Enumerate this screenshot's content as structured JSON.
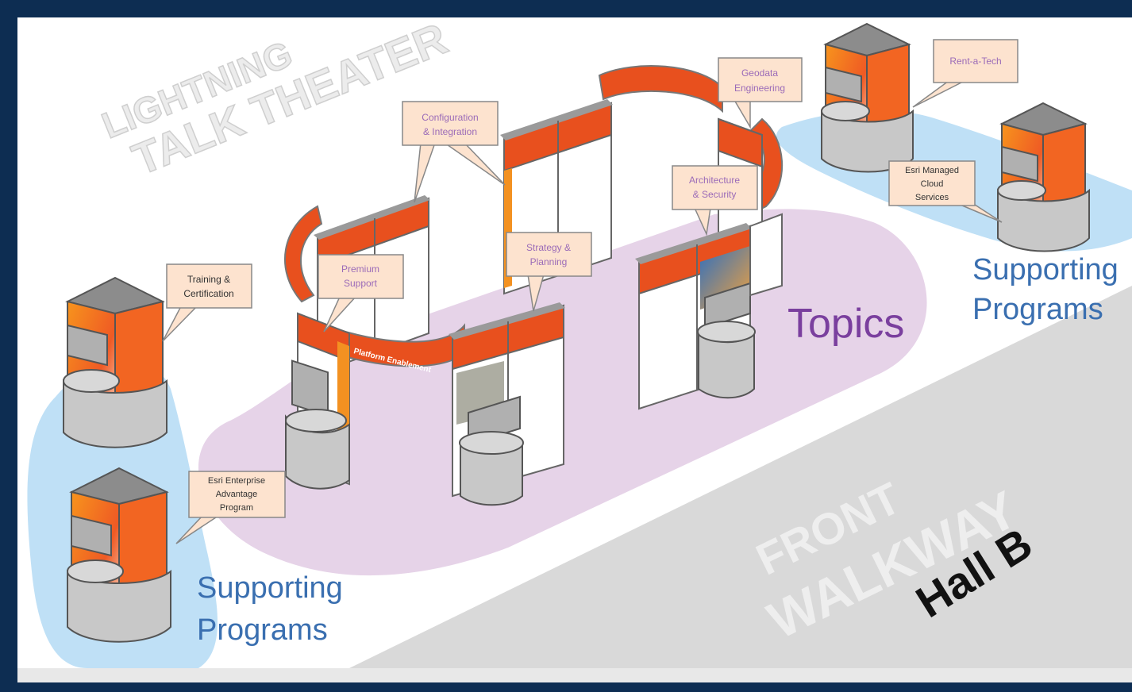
{
  "floor": {
    "lightning_theater_lines": [
      "LIGHTNING",
      "TALK THEATER"
    ],
    "front_walkway_lines": [
      "FRONT",
      "WALKWAY"
    ],
    "hall_label": "Hall B",
    "topics_label": "Topics",
    "supporting_left_lines": [
      "Supporting",
      "Programs"
    ],
    "supporting_right_lines": [
      "Supporting",
      "Programs"
    ]
  },
  "callouts": {
    "configuration_integration": [
      "Configuration",
      "& Integration"
    ],
    "geodata_engineering": [
      "Geodata",
      "Engineering"
    ],
    "rent_a_tech": [
      "Rent-a-Tech"
    ],
    "esri_managed_cloud": [
      "Esri Managed",
      "Cloud",
      "Services"
    ],
    "architecture_security": [
      "Architecture",
      "& Security"
    ],
    "strategy_planning": [
      "Strategy &",
      "Planning"
    ],
    "premium_support": [
      "Premium",
      "Support"
    ],
    "training_certification": [
      "Training &",
      "Certification"
    ],
    "enterprise_advantage": [
      "Esri Enterprise",
      "Advantage",
      "Program"
    ]
  },
  "banners": {
    "platform_enablement": "Platform Enablement"
  },
  "colors": {
    "frame": "#0d2d52",
    "floor": "#ffffff",
    "walkway": "#d9d9d9",
    "topics_zone": "#e6d3e8",
    "supporting_zone": "#bfe0f6",
    "accent_orange": "#e8501e",
    "callout_fill": "#fde3cf",
    "callout_text": "#9b6bb8",
    "supporting_text": "#3a6fb0",
    "topics_text": "#7a3f9e"
  }
}
